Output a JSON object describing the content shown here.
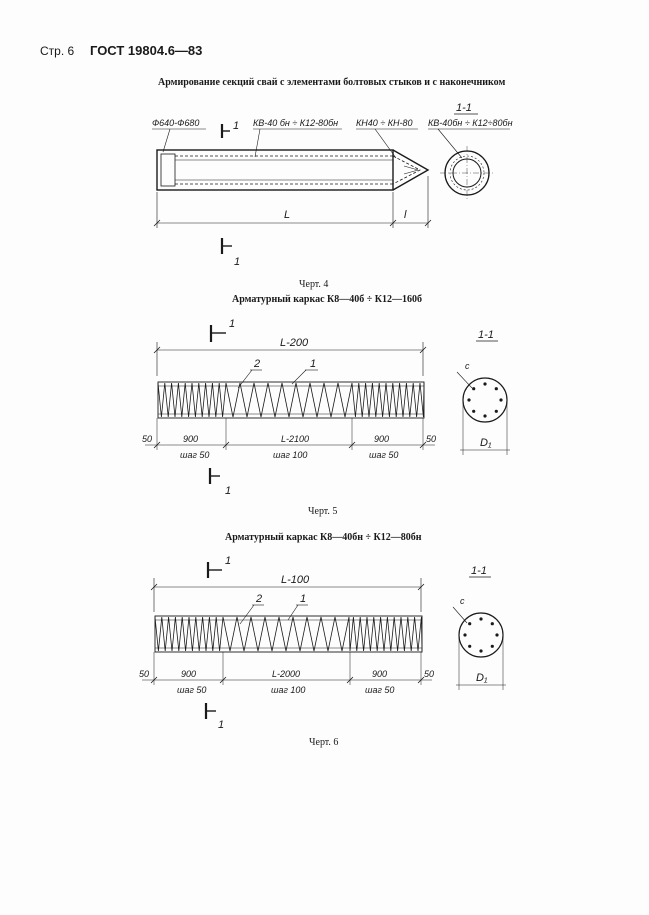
{
  "header": {
    "page": "Стр. 6",
    "gost": "ГОСТ 19804.6—83"
  },
  "fig4": {
    "title": "Армирование секций свай с элементами болтовых стыков и с наконечником",
    "label_d": "Ф640-Ф680",
    "label_kv": "КВ-40 бн ÷ К12-80бн",
    "label_kn": "КН40 ÷ КН-80",
    "label_section_rebar": "КВ-40бн ÷ К12÷80бн",
    "section": "1-1",
    "cut_mark": "1",
    "dim_L": "L",
    "dim_l": "l",
    "caption": "Черт. 4"
  },
  "fig5": {
    "title": "Арматурный каркас К8—40б ÷ К12—160б",
    "cut_mark": "1",
    "section": "1-1",
    "length": "L-200",
    "pos_2": "2",
    "pos_1": "1",
    "c": "c",
    "d1": "D₁",
    "dims": [
      "50",
      "900",
      "L-2100",
      "900",
      "50"
    ],
    "steps": [
      "шаг 50",
      "шаг 100",
      "шаг 50"
    ],
    "caption": "Черт. 5"
  },
  "fig6": {
    "title": "Арматурный каркас К8—40бн ÷ К12—80бн",
    "cut_mark": "1",
    "section": "1-1",
    "length": "L-100",
    "pos_2": "2",
    "pos_1": "1",
    "c": "c",
    "d1": "D₁",
    "dims": [
      "50",
      "900",
      "L-2000",
      "900",
      "50"
    ],
    "steps": [
      "шаг 50",
      "шаг 100",
      "шаг 50"
    ],
    "caption": "Черт. 6"
  }
}
